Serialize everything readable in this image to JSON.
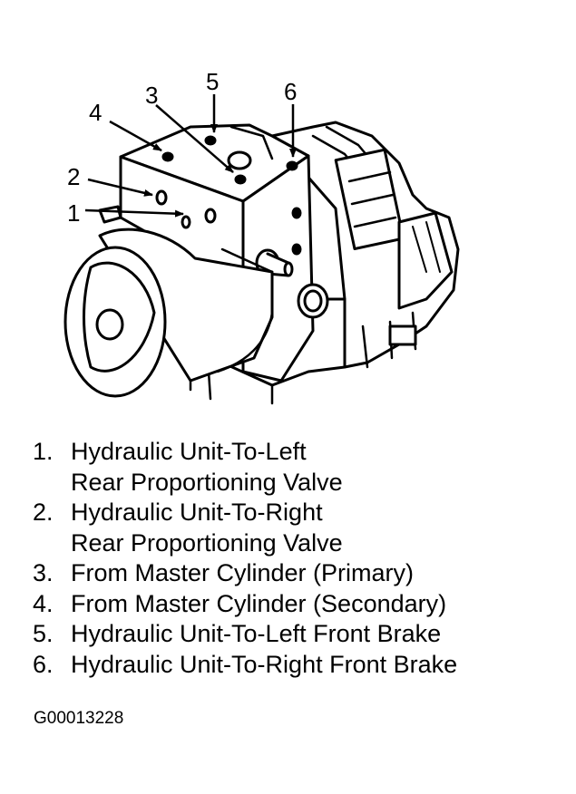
{
  "callouts": [
    {
      "num": "1"
    },
    {
      "num": "2"
    },
    {
      "num": "3"
    },
    {
      "num": "4"
    },
    {
      "num": "5"
    },
    {
      "num": "6"
    }
  ],
  "legend": [
    {
      "num": "1.",
      "line1": "Hydraulic Unit-To-Left",
      "line2": "Rear Proportioning Valve"
    },
    {
      "num": "2.",
      "line1": "Hydraulic Unit-To-Right",
      "line2": "Rear Proportioning Valve"
    },
    {
      "num": "3.",
      "line1": "From Master Cylinder (Primary)"
    },
    {
      "num": "4.",
      "line1": "From Master Cylinder (Secondary)"
    },
    {
      "num": "5.",
      "line1": "Hydraulic Unit-To-Left Front Brake"
    },
    {
      "num": "6.",
      "line1": "Hydraulic Unit-To-Right Front Brake"
    }
  ],
  "figure_id": "G00013228"
}
